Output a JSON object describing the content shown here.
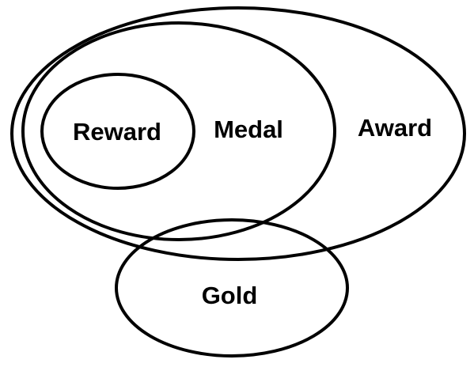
{
  "diagram": {
    "type": "venn",
    "stroke_color": "#000000",
    "background_color": "#ffffff",
    "sets": [
      {
        "id": "award",
        "label": "Award"
      },
      {
        "id": "medal",
        "label": "Medal"
      },
      {
        "id": "reward",
        "label": "Reward"
      },
      {
        "id": "gold",
        "label": "Gold"
      }
    ],
    "relations": [
      {
        "set": "reward",
        "relation": "subset_of",
        "of": "medal"
      },
      {
        "set": "medal",
        "relation": "subset_of",
        "of": "award"
      },
      {
        "set": "gold",
        "relation": "overlaps",
        "with": [
          "medal",
          "award"
        ]
      }
    ]
  }
}
